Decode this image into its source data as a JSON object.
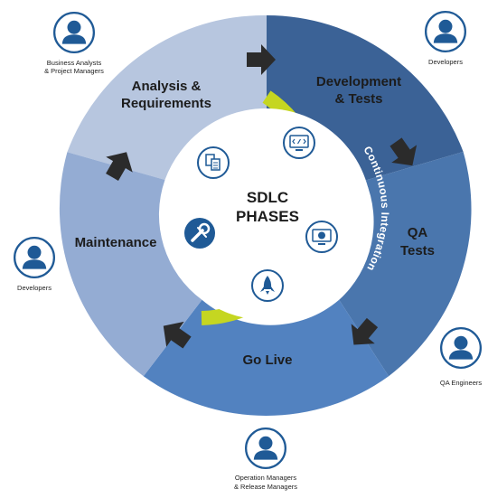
{
  "center": {
    "line1": "SDLC",
    "line2": "PHASES"
  },
  "ring_label": "Continuous Integration",
  "phases": [
    {
      "line1": "Analysis &",
      "line2": "Requirements",
      "color": "#b7c6df"
    },
    {
      "line1": "Development",
      "line2": "& Tests",
      "color": "#3b6296"
    },
    {
      "line1": "QA",
      "line2": "Tests",
      "color": "#4a76ad"
    },
    {
      "line1": "Go Live",
      "line2": "",
      "color": "#5282c0"
    },
    {
      "line1": "Maintenance",
      "line2": "",
      "color": "#94acd3"
    }
  ],
  "roles": [
    {
      "line1": "Business Analysts",
      "line2": "& Project Managers"
    },
    {
      "line1": "Developers",
      "line2": ""
    },
    {
      "line1": "Developers",
      "line2": ""
    },
    {
      "line1": "QA Engineers",
      "line2": ""
    },
    {
      "line1": "Operation Managers",
      "line2": "& Release Managers"
    }
  ],
  "icons": [
    "documents-icon",
    "code-monitor-icon",
    "chart-monitor-icon",
    "rocket-icon",
    "wrench-icon"
  ],
  "colors": {
    "accent_ring": "#c5d621",
    "arrow": "#2b2b2b",
    "person_icon": "#1f5a96",
    "center_icon": "#1f5a96"
  }
}
